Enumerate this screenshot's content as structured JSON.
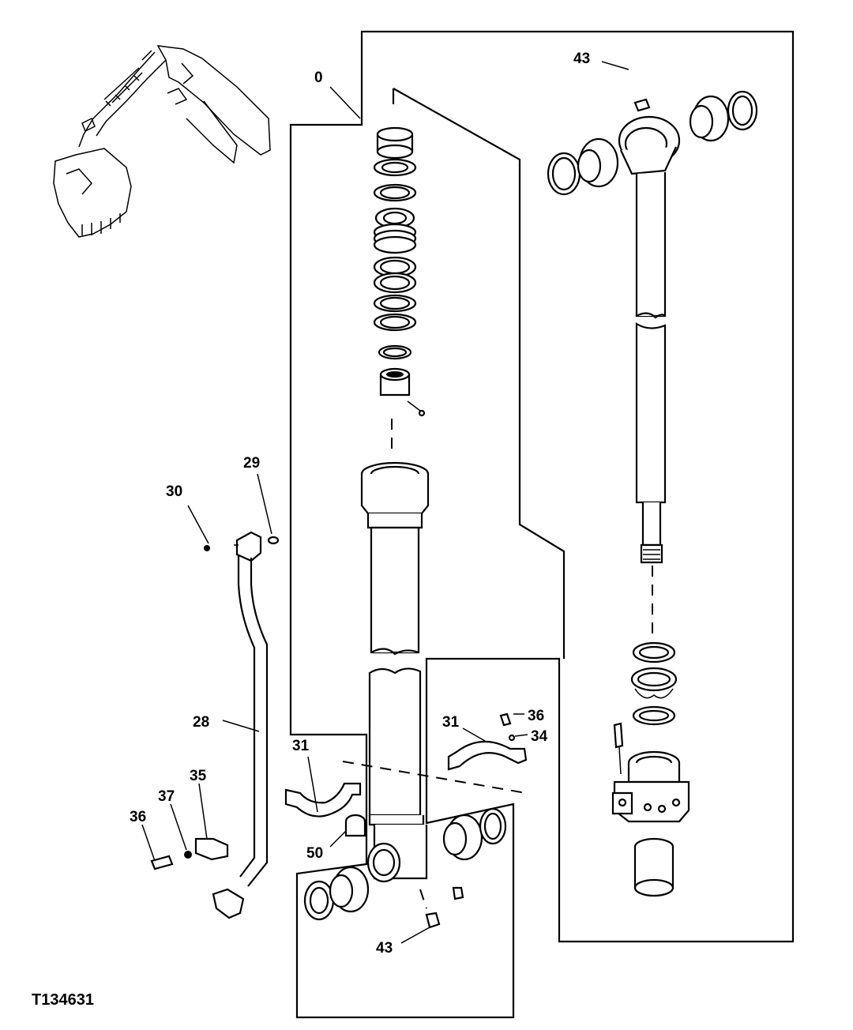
{
  "figure_id": "T134631",
  "callouts": {
    "c0": "0",
    "c43_top": "43",
    "c29": "29",
    "c30": "30",
    "c28": "28",
    "c31_left": "31",
    "c31_right": "31",
    "c35": "35",
    "c37": "37",
    "c36_left": "36",
    "c36_right": "36",
    "c34": "34",
    "c50": "50",
    "c43_bottom": "43"
  }
}
